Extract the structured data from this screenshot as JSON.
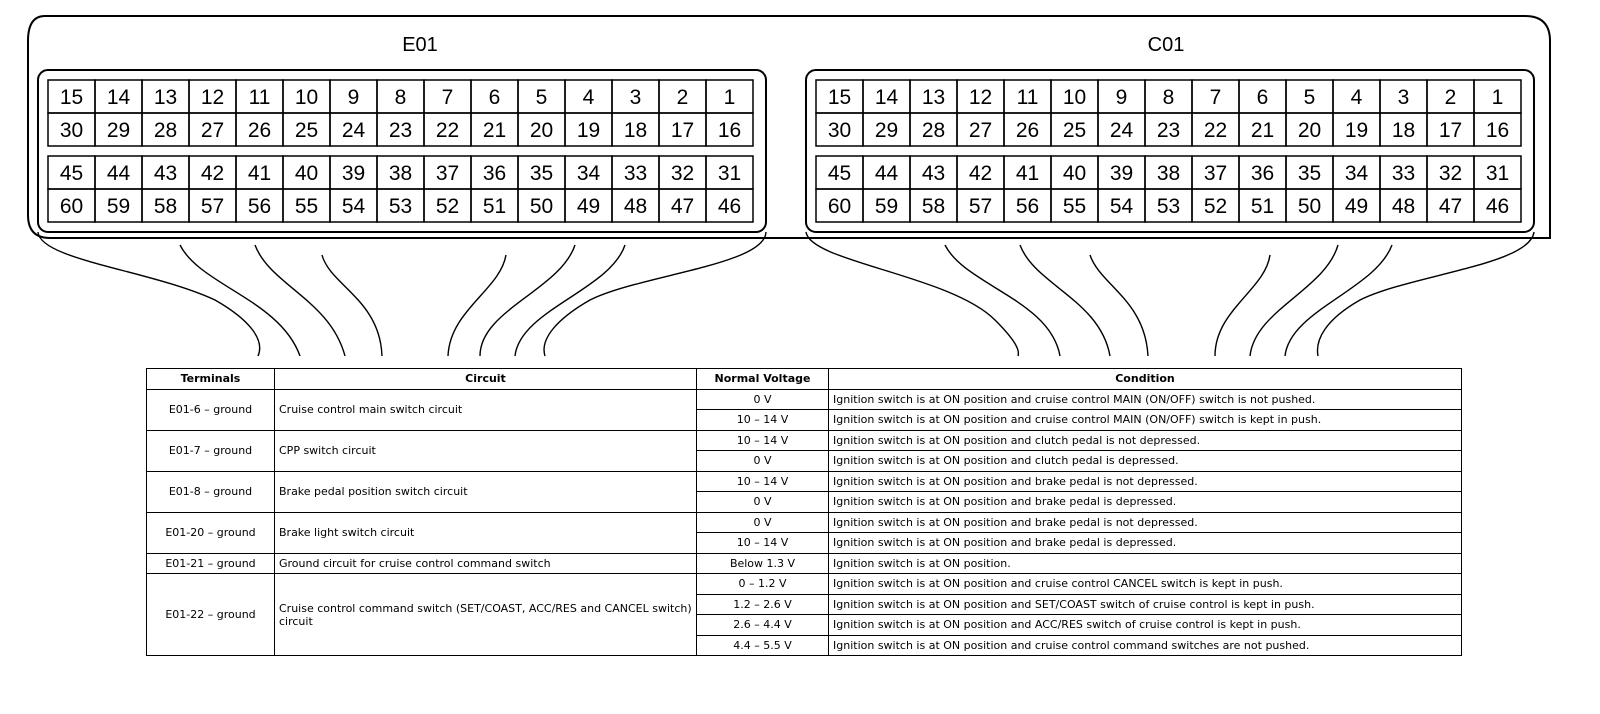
{
  "connectors": [
    {
      "name": "E01",
      "rows": [
        [
          "15",
          "14",
          "13",
          "12",
          "11",
          "10",
          "9",
          "8",
          "7",
          "6",
          "5",
          "4",
          "3",
          "2",
          "1"
        ],
        [
          "30",
          "29",
          "28",
          "27",
          "26",
          "25",
          "24",
          "23",
          "22",
          "21",
          "20",
          "19",
          "18",
          "17",
          "16"
        ],
        [
          "45",
          "44",
          "43",
          "42",
          "41",
          "40",
          "39",
          "38",
          "37",
          "36",
          "35",
          "34",
          "33",
          "32",
          "31"
        ],
        [
          "60",
          "59",
          "58",
          "57",
          "56",
          "55",
          "54",
          "53",
          "52",
          "51",
          "50",
          "49",
          "48",
          "47",
          "46"
        ]
      ]
    },
    {
      "name": "C01",
      "rows": [
        [
          "15",
          "14",
          "13",
          "12",
          "11",
          "10",
          "9",
          "8",
          "7",
          "6",
          "5",
          "4",
          "3",
          "2",
          "1"
        ],
        [
          "30",
          "29",
          "28",
          "27",
          "26",
          "25",
          "24",
          "23",
          "22",
          "21",
          "20",
          "19",
          "18",
          "17",
          "16"
        ],
        [
          "45",
          "44",
          "43",
          "42",
          "41",
          "40",
          "39",
          "38",
          "37",
          "36",
          "35",
          "34",
          "33",
          "32",
          "31"
        ],
        [
          "60",
          "59",
          "58",
          "57",
          "56",
          "55",
          "54",
          "53",
          "52",
          "51",
          "50",
          "49",
          "48",
          "47",
          "46"
        ]
      ]
    }
  ],
  "table": {
    "headers": {
      "terminals": "Terminals",
      "circuit": "Circuit",
      "voltage": "Normal Voltage",
      "condition": "Condition"
    },
    "groups": [
      {
        "terminal": "E01-6 – ground",
        "circuit": "Cruise control main switch circuit",
        "rows": [
          {
            "voltage": "0 V",
            "condition": "Ignition switch is at ON position and cruise control MAIN (ON/OFF) switch is not pushed."
          },
          {
            "voltage": "10 – 14 V",
            "condition": "Ignition switch is at ON position and cruise control MAIN (ON/OFF) switch is kept in push."
          }
        ]
      },
      {
        "terminal": "E01-7 – ground",
        "circuit": "CPP switch circuit",
        "rows": [
          {
            "voltage": "10 – 14 V",
            "condition": "Ignition switch is at ON position and clutch pedal is not depressed."
          },
          {
            "voltage": "0 V",
            "condition": "Ignition switch is at ON position and clutch pedal is depressed."
          }
        ]
      },
      {
        "terminal": "E01-8 – ground",
        "circuit": "Brake pedal position switch circuit",
        "rows": [
          {
            "voltage": "10 – 14 V",
            "condition": "Ignition switch is at ON position and brake pedal is not depressed."
          },
          {
            "voltage": "0 V",
            "condition": "Ignition switch is at ON position and brake pedal is depressed."
          }
        ]
      },
      {
        "terminal": "E01-20 – ground",
        "circuit": "Brake light switch circuit",
        "rows": [
          {
            "voltage": "0 V",
            "condition": "Ignition switch is at ON position and brake pedal is not depressed."
          },
          {
            "voltage": "10 – 14 V",
            "condition": "Ignition switch is at ON position and brake pedal is depressed."
          }
        ]
      },
      {
        "terminal": "E01-21 – ground",
        "circuit": "Ground circuit for cruise control command switch",
        "rows": [
          {
            "voltage": "Below 1.3 V",
            "condition": "Ignition switch is at ON position."
          }
        ]
      },
      {
        "terminal": "E01-22 – ground",
        "circuit": "Cruise control command switch (SET/COAST, ACC/RES and CANCEL switch) circuit",
        "rows": [
          {
            "voltage": "0 – 1.2 V",
            "condition": "Ignition switch is at ON position and cruise control CANCEL switch is kept in push."
          },
          {
            "voltage": "1.2 – 2.6 V",
            "condition": "Ignition switch is at ON position and SET/COAST switch of cruise control is kept in push."
          },
          {
            "voltage": "2.6 – 4.4 V",
            "condition": "Ignition switch is at ON position and ACC/RES switch of cruise control is kept in push."
          },
          {
            "voltage": "4.4 – 5.5 V",
            "condition": "Ignition switch is at ON position and cruise control command switches are not pushed."
          }
        ]
      }
    ]
  }
}
